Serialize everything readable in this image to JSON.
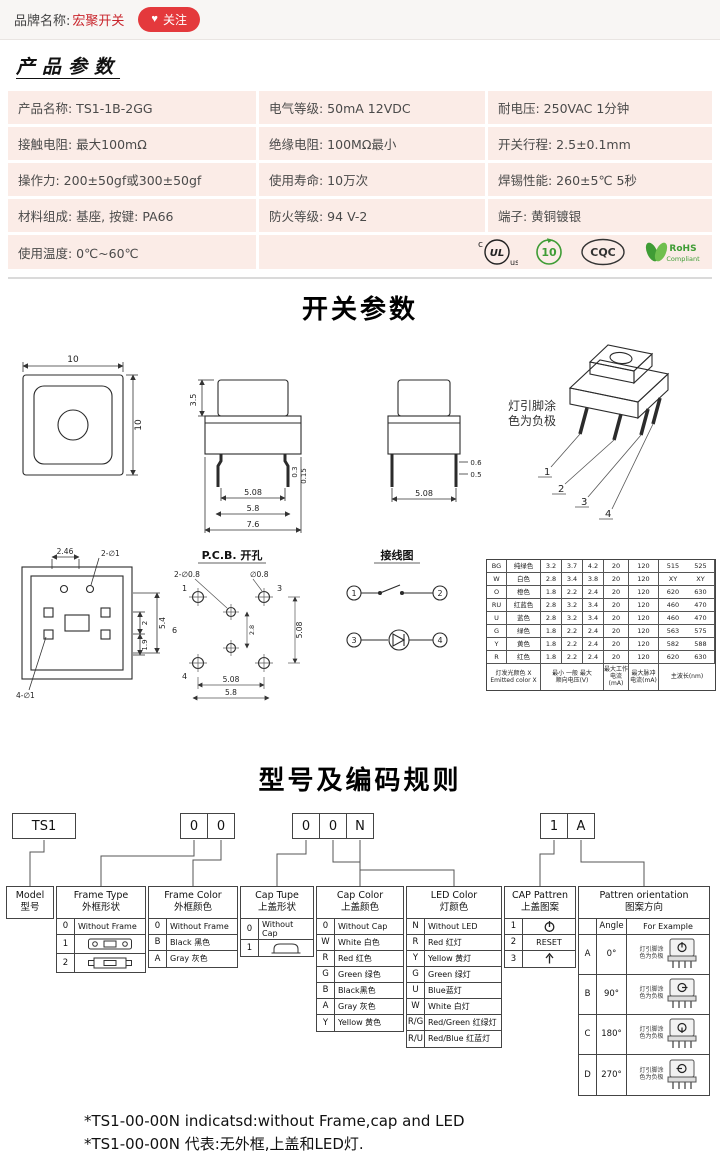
{
  "icons": {
    "heart": "♥"
  },
  "topbar": {
    "brand_label": "品牌名称:",
    "brand_name": "宏聚开关",
    "follow": "关注"
  },
  "product": {
    "title": "产品参数",
    "cells": [
      "产品名称: TS1-1B-2GG",
      "电气等级: 50mA  12VDC",
      "耐电压: 250VAC  1分钟",
      "接触电阻: 最大100mΩ",
      "绝缘电阻: 100MΩ最小",
      "开关行程: 2.5±0.1mm",
      "操作力: 200±50gf或300±50gf",
      "使用寿命: 10万次",
      "焊锡性能: 260±5℃  5秒",
      "材料组成: 基座, 按键: PA66",
      "防火等级: 94 V-2",
      "端子: 黄铜镀银",
      "使用温度: 0℃~60℃"
    ],
    "certs": {
      "ul_c": "c",
      "ul": "UL",
      "ul_us": "us",
      "efup": "10",
      "cqc": "CQC",
      "rohs1": "RoHS",
      "rohs2": "Compliant"
    }
  },
  "switch_params": {
    "title": "开关参数",
    "front": {
      "w": "10",
      "h": "10"
    },
    "sideA": {
      "cap_h": "3.5",
      "pin_t1": "0.3",
      "pin_t2": "0.15",
      "b1": "5.08",
      "b2": "5.8",
      "b3": "7.6"
    },
    "sideB": {
      "p1": "0.6",
      "p2": "0.5",
      "b1": "5.08"
    },
    "persp": {
      "note1": "灯引脚涂",
      "note2": "色为负极",
      "p1": "1",
      "p2": "2",
      "p3": "3",
      "p4": "4"
    },
    "bottom": {
      "d_top": "2.46",
      "holes2": "2-∅1",
      "r1": "2",
      "r2": "1.9",
      "r3": "5.4",
      "holes4": "4-∅1"
    },
    "pcb": {
      "title": "P.C.B. 开孔",
      "hole": "∅0.8",
      "holes2": "2-∅0.8",
      "n1": "1",
      "n2": "3",
      "n3": "6",
      "n4": "4",
      "d_r": "5.08",
      "d_m": "2.8",
      "d_b1": "5.08",
      "d_b2": "5.8"
    },
    "wiring": {
      "title": "接线图",
      "n1": "1",
      "n2": "2",
      "n3": "3",
      "n4": "4"
    },
    "led_table": {
      "rows": [
        {
          "code": "BG",
          "name": "纯绿色",
          "v1": "3.2",
          "v2": "3.7",
          "v3": "4.2",
          "i1": "20",
          "i2": "120",
          "w1": "515",
          "w2": "525"
        },
        {
          "code": "W",
          "name": "白色",
          "v1": "2.8",
          "v2": "3.4",
          "v3": "3.8",
          "i1": "20",
          "i2": "120",
          "w1": "XY",
          "w2": "XY"
        },
        {
          "code": "O",
          "name": "橙色",
          "v1": "1.8",
          "v2": "2.2",
          "v3": "2.4",
          "i1": "20",
          "i2": "120",
          "w1": "620",
          "w2": "630"
        },
        {
          "code": "RU",
          "name": "红蓝色",
          "v1": "2.8",
          "v2": "3.2",
          "v3": "3.4",
          "i1": "20",
          "i2": "120",
          "w1": "460",
          "w2": "470"
        },
        {
          "code": "U",
          "name": "蓝色",
          "v1": "2.8",
          "v2": "3.2",
          "v3": "3.4",
          "i1": "20",
          "i2": "120",
          "w1": "460",
          "w2": "470"
        },
        {
          "code": "G",
          "name": "绿色",
          "v1": "1.8",
          "v2": "2.2",
          "v3": "2.4",
          "i1": "20",
          "i2": "120",
          "w1": "563",
          "w2": "575"
        },
        {
          "code": "Y",
          "name": "黄色",
          "v1": "1.8",
          "v2": "2.2",
          "v3": "2.4",
          "i1": "20",
          "i2": "120",
          "w1": "582",
          "w2": "588"
        },
        {
          "code": "R",
          "name": "红色",
          "v1": "1.8",
          "v2": "2.2",
          "v3": "2.4",
          "i1": "20",
          "i2": "120",
          "w1": "620",
          "w2": "630"
        }
      ],
      "f_color1": "灯发光颜色 X",
      "f_color2": "Emitted color X",
      "f_v1": "最小 一般 最大",
      "f_v2": "顺向电压(V)",
      "f_i1": "最大工作电流(mA)",
      "f_i2": "最大脉冲电流(mA)",
      "f_w": "主波长(nm)"
    }
  },
  "coding": {
    "title": "型号及编码规则",
    "boxes": [
      "TS1",
      "0",
      "0",
      "0",
      "0",
      "N",
      "1",
      "A"
    ],
    "model": {
      "en": "Model",
      "cn": "型号"
    },
    "frame_type": {
      "en": "Frame Type",
      "cn": "外框形状",
      "r1c": "0",
      "r1l": "Without Frame",
      "r2c": "1",
      "r3c": "2"
    },
    "frame_color": {
      "en": "Frame Color",
      "cn": "外框颜色",
      "rows": [
        [
          "0",
          "Without Frame"
        ],
        [
          "B",
          "Black 黑色"
        ],
        [
          "A",
          "Gray 灰色"
        ]
      ]
    },
    "cap_type": {
      "en": "Cap Tupe",
      "cn": "上盖形状",
      "r1c": "0",
      "r1l": "Without Cap",
      "r2c": "1"
    },
    "cap_color": {
      "en": "Cap Color",
      "cn": "上盖颜色",
      "rows": [
        [
          "0",
          "Without Cap"
        ],
        [
          "W",
          "White 白色"
        ],
        [
          "R",
          "Red 红色"
        ],
        [
          "G",
          "Green 绿色"
        ],
        [
          "B",
          "Black黑色"
        ],
        [
          "A",
          "Gray 灰色"
        ],
        [
          "Y",
          "Yellow 黄色"
        ]
      ]
    },
    "led_color": {
      "en": "LED Color",
      "cn": "灯颜色",
      "rows": [
        [
          "N",
          "Without LED"
        ],
        [
          "R",
          "Red 红灯"
        ],
        [
          "Y",
          "Yellow 黄灯"
        ],
        [
          "G",
          "Green 绿灯"
        ],
        [
          "U",
          "Blue蓝灯"
        ],
        [
          "W",
          "White 白灯"
        ],
        [
          "R/G",
          "Red/Green 红绿灯"
        ],
        [
          "R/U",
          "Red/Blue 红蓝灯"
        ]
      ]
    },
    "cap_pattern": {
      "en": "CAP Pattren",
      "cn": "上盖图案",
      "r1c": "1",
      "r2c": "2",
      "r2l": "RESET",
      "r3c": "3"
    },
    "orientation": {
      "en": "Pattren orientation",
      "cn": "图案方向",
      "h1": "Angle",
      "h2": "For Example",
      "rows": [
        {
          "k": "A",
          "angle": "0°",
          "note1": "灯引脚涂",
          "note2": "色为负极"
        },
        {
          "k": "B",
          "angle": "90°",
          "note1": "灯引脚涂",
          "note2": "色为负极"
        },
        {
          "k": "C",
          "angle": "180°",
          "note1": "灯引脚涂",
          "note2": "色为负极"
        },
        {
          "k": "D",
          "angle": "270°",
          "note1": "灯引脚涂",
          "note2": "色为负极"
        }
      ]
    }
  },
  "footnotes": {
    "en": "*TS1-00-00N indicatsd:without Frame,cap and LED",
    "cn": "*TS1-00-00N 代表:无外框,上盖和LED灯."
  }
}
